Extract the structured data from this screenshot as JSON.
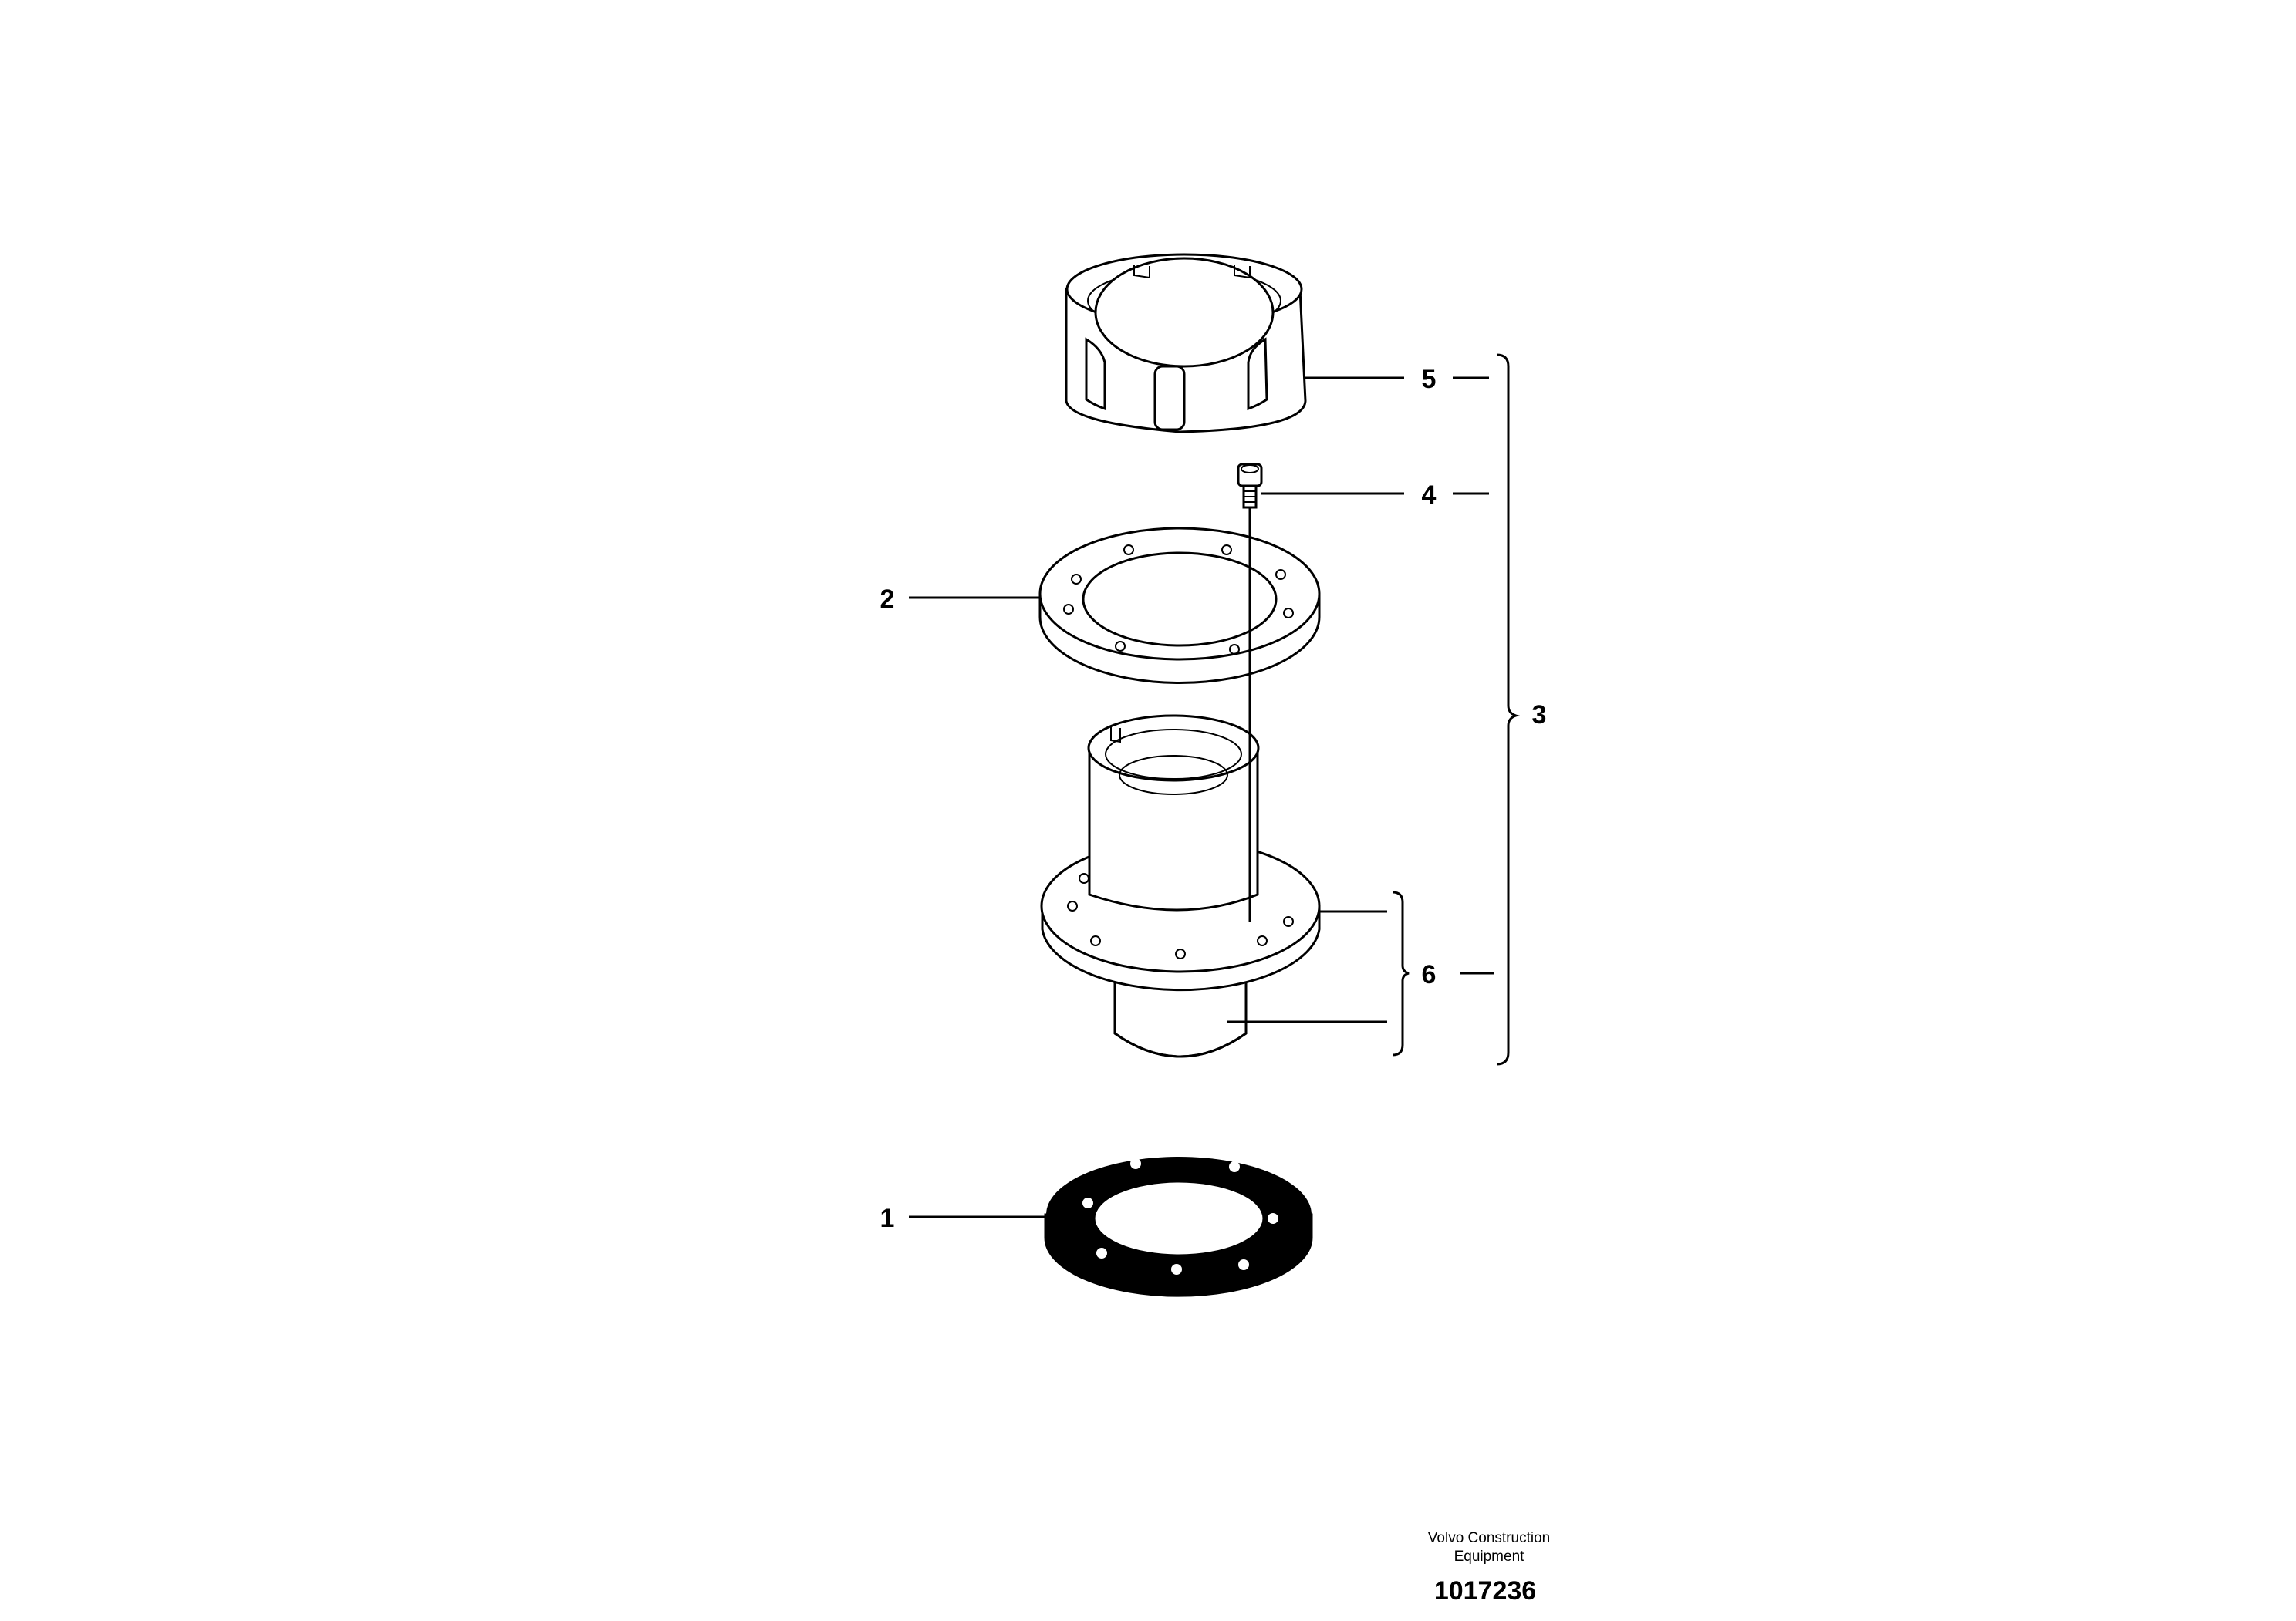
{
  "callouts": {
    "c1": "1",
    "c2": "2",
    "c3": "3",
    "c4": "4",
    "c5": "5",
    "c6": "6"
  },
  "footer": {
    "credit_line1": "Volvo Construction",
    "credit_line2": "Equipment",
    "document_number": "1017236"
  }
}
